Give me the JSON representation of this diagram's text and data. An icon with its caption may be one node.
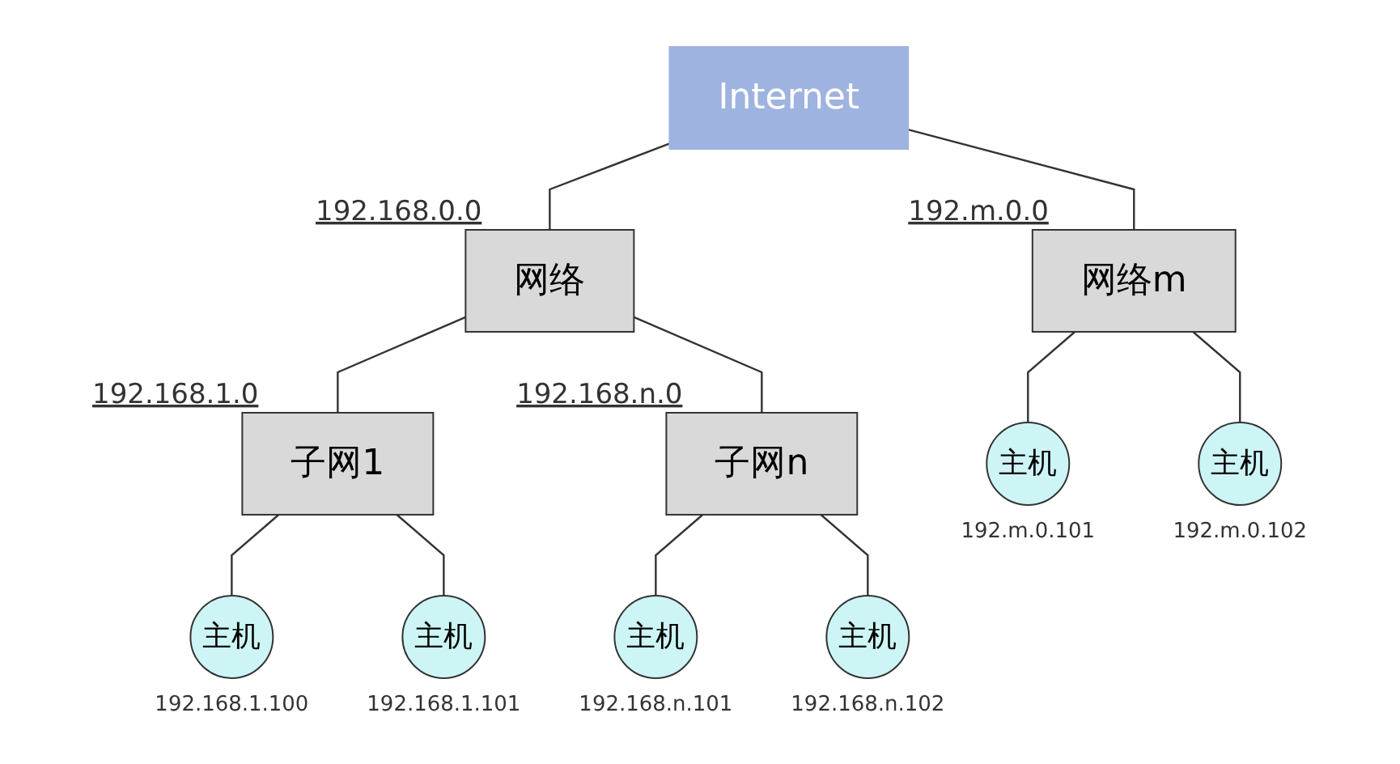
{
  "diagram": {
    "nodes": [
      {
        "text": [
          "Internet"
        ]
      },
      {
        "text": [
          "网络"
        ],
        "beside": [
          "192.168.0.0"
        ]
      },
      {
        "text": [
          "网络m"
        ],
        "beside": [
          "192.m.0.0"
        ]
      },
      {
        "text": [
          "子网1"
        ],
        "beside": [
          "192.168.1.0"
        ]
      },
      {
        "text": [
          "子网n"
        ],
        "beside": [
          "192.168.n.0"
        ]
      },
      {
        "text": [
          "主机"
        ],
        "beside": [
          "192.m.0.101"
        ]
      },
      {
        "text": [
          "主机"
        ],
        "beside": [
          "192.m.0.102"
        ]
      },
      {
        "text": [
          "主机"
        ],
        "beside": [
          "192.168.1.100"
        ]
      },
      {
        "text": [
          "主机"
        ],
        "beside": [
          "192.168.1.101"
        ]
      },
      {
        "text": [
          "主机"
        ],
        "beside": [
          "192.168.n.101"
        ]
      },
      {
        "text": [
          "主机"
        ],
        "beside": [
          "192.168.n.102"
        ]
      }
    ],
    "edges": [
      {
        "from": 0,
        "to": 1,
        "arrow": "none"
      },
      {
        "from": 0,
        "to": 2,
        "arrow": "none"
      },
      {
        "from": 1,
        "to": 3,
        "arrow": "none"
      },
      {
        "from": 1,
        "to": 4,
        "arrow": "none"
      },
      {
        "from": 2,
        "to": 5,
        "arrow": "none"
      },
      {
        "from": 2,
        "to": 6,
        "arrow": "none"
      },
      {
        "from": 3,
        "to": 7,
        "arrow": "none"
      },
      {
        "from": 3,
        "to": 8,
        "arrow": "none"
      },
      {
        "from": 4,
        "to": 9,
        "arrow": "none"
      },
      {
        "from": 4,
        "to": 10,
        "arrow": "none"
      }
    ]
  }
}
